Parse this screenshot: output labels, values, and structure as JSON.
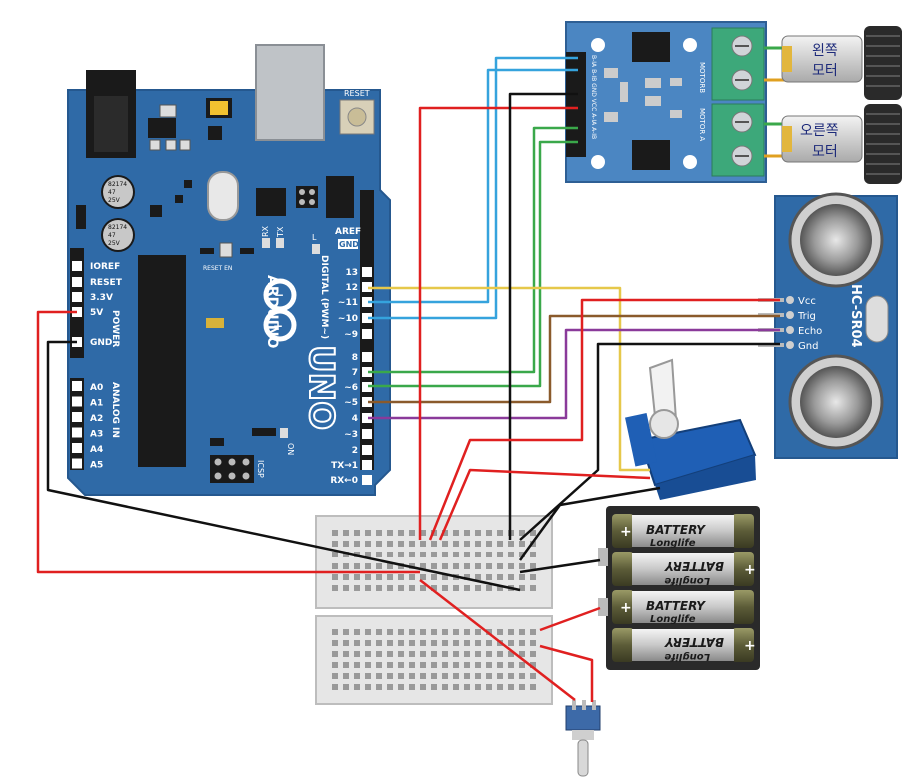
{
  "arduino": {
    "brand": "ARDUINO",
    "model": "UNO",
    "reset": "RESET",
    "reset_en": "RESET EN",
    "aref": "AREF",
    "gnd": "GND",
    "rx": "RX",
    "tx": "TX",
    "l": "L",
    "on": "ON",
    "icsp": "ICSP",
    "digital_label": "DIGITAL (PWM~)",
    "power_label": "POWER",
    "analog_label": "ANALOG IN",
    "cap_text": [
      "82174",
      "47",
      "25V"
    ],
    "digital_pins": [
      "13",
      "12",
      "~11",
      "~10",
      "~9",
      "8",
      "7",
      "~6",
      "~5",
      "4",
      "~3",
      "2",
      "TX→1",
      "RX←0"
    ],
    "power_pins": [
      "IOREF",
      "RESET",
      "3.3V",
      "5V",
      "GND"
    ],
    "analog_pins": [
      "A0",
      "A1",
      "A2",
      "A3",
      "A4",
      "A5"
    ]
  },
  "motor_driver": {
    "header_text": "B-IA B-IB GND VCC A-IA A-IB",
    "motor_b": "MOTORB",
    "motor_a": "MOTOR A"
  },
  "motors": {
    "left_label": [
      "왼쪽",
      "모터"
    ],
    "right_label": [
      "오른쪽",
      "모터"
    ]
  },
  "ultrasonic": {
    "model": "HC-SR04",
    "pins": [
      "Vcc",
      "Trig",
      "Echo",
      "Gnd"
    ]
  },
  "battery": {
    "label": "BATTERY",
    "brand": "Longlife"
  },
  "colors": {
    "board": "#2f6aa7",
    "board_edge": "#25588f",
    "driver": "#4b86c2",
    "sensor": "#2f6aa7",
    "servo": "#1f5fb5",
    "red": "#e02020",
    "black": "#111111",
    "yellow": "#e6c84a",
    "blue": "#35a3dd",
    "green": "#3aa84a",
    "brown": "#8a5a2b",
    "purple": "#8a3a9a"
  }
}
